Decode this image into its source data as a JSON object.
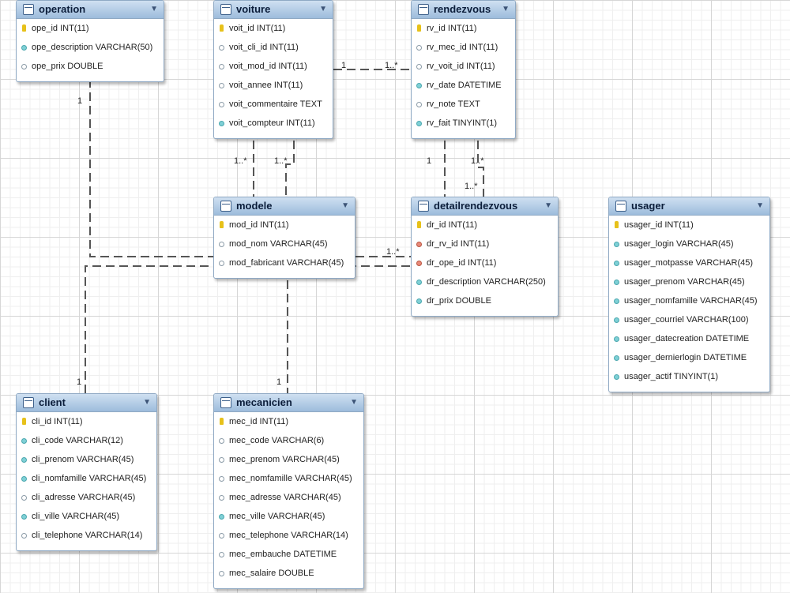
{
  "colors": {
    "header_top": "#cfe0f1",
    "header_bottom": "#9dbcdc",
    "border": "#8fa9c4",
    "line": "#555555",
    "primary_key": "#e7c11a",
    "foreign_key": "#e88a7a",
    "column": "#7fd0d6"
  },
  "icons": {
    "table": "table-icon",
    "collapse": "chevron-down-icon",
    "primary_key": "key-icon",
    "column": "diamond-icon",
    "nullable_column": "hollow-diamond-icon",
    "foreign_key": "red-diamond-icon"
  },
  "tables": [
    {
      "id": "operation",
      "name": "operation",
      "columns": [
        {
          "text": "ope_id INT(11)",
          "icon": "pk"
        },
        {
          "text": "ope_description VARCHAR(50)",
          "icon": "col"
        },
        {
          "text": "ope_prix DOUBLE",
          "icon": "opt"
        }
      ]
    },
    {
      "id": "voiture",
      "name": "voiture",
      "columns": [
        {
          "text": "voit_id INT(11)",
          "icon": "pk"
        },
        {
          "text": "voit_cli_id INT(11)",
          "icon": "opt"
        },
        {
          "text": "voit_mod_id INT(11)",
          "icon": "opt"
        },
        {
          "text": "voit_annee INT(11)",
          "icon": "opt"
        },
        {
          "text": "voit_commentaire TEXT",
          "icon": "opt"
        },
        {
          "text": "voit_compteur INT(11)",
          "icon": "col"
        }
      ]
    },
    {
      "id": "rendezvous",
      "name": "rendezvous",
      "columns": [
        {
          "text": "rv_id INT(11)",
          "icon": "pk"
        },
        {
          "text": "rv_mec_id INT(11)",
          "icon": "opt"
        },
        {
          "text": "rv_voit_id INT(11)",
          "icon": "opt"
        },
        {
          "text": "rv_date DATETIME",
          "icon": "col"
        },
        {
          "text": "rv_note TEXT",
          "icon": "opt"
        },
        {
          "text": "rv_fait TINYINT(1)",
          "icon": "col"
        }
      ]
    },
    {
      "id": "modele",
      "name": "modele",
      "columns": [
        {
          "text": "mod_id INT(11)",
          "icon": "pk"
        },
        {
          "text": "mod_nom VARCHAR(45)",
          "icon": "opt"
        },
        {
          "text": "mod_fabricant VARCHAR(45)",
          "icon": "opt"
        }
      ]
    },
    {
      "id": "detailrendezvous",
      "name": "detailrendezvous",
      "columns": [
        {
          "text": "dr_id INT(11)",
          "icon": "pk"
        },
        {
          "text": "dr_rv_id INT(11)",
          "icon": "fk"
        },
        {
          "text": "dr_ope_id INT(11)",
          "icon": "fk"
        },
        {
          "text": "dr_description VARCHAR(250)",
          "icon": "col"
        },
        {
          "text": "dr_prix DOUBLE",
          "icon": "col"
        }
      ]
    },
    {
      "id": "usager",
      "name": "usager",
      "columns": [
        {
          "text": "usager_id INT(11)",
          "icon": "pk"
        },
        {
          "text": "usager_login VARCHAR(45)",
          "icon": "col"
        },
        {
          "text": "usager_motpasse VARCHAR(45)",
          "icon": "col"
        },
        {
          "text": "usager_prenom VARCHAR(45)",
          "icon": "col"
        },
        {
          "text": "usager_nomfamille VARCHAR(45)",
          "icon": "col"
        },
        {
          "text": "usager_courriel VARCHAR(100)",
          "icon": "col"
        },
        {
          "text": "usager_datecreation DATETIME",
          "icon": "col"
        },
        {
          "text": "usager_dernierlogin DATETIME",
          "icon": "col"
        },
        {
          "text": "usager_actif TINYINT(1)",
          "icon": "col"
        }
      ]
    },
    {
      "id": "client",
      "name": "client",
      "columns": [
        {
          "text": "cli_id INT(11)",
          "icon": "pk"
        },
        {
          "text": "cli_code VARCHAR(12)",
          "icon": "col"
        },
        {
          "text": "cli_prenom VARCHAR(45)",
          "icon": "col"
        },
        {
          "text": "cli_nomfamille VARCHAR(45)",
          "icon": "col"
        },
        {
          "text": "cli_adresse VARCHAR(45)",
          "icon": "opt"
        },
        {
          "text": "cli_ville VARCHAR(45)",
          "icon": "col"
        },
        {
          "text": "cli_telephone VARCHAR(14)",
          "icon": "opt"
        }
      ]
    },
    {
      "id": "mecanicien",
      "name": "mecanicien",
      "columns": [
        {
          "text": "mec_id INT(11)",
          "icon": "pk"
        },
        {
          "text": "mec_code VARCHAR(6)",
          "icon": "opt"
        },
        {
          "text": "mec_prenom VARCHAR(45)",
          "icon": "opt"
        },
        {
          "text": "mec_nomfamille VARCHAR(45)",
          "icon": "opt"
        },
        {
          "text": "mec_adresse VARCHAR(45)",
          "icon": "opt"
        },
        {
          "text": "mec_ville VARCHAR(45)",
          "icon": "col"
        },
        {
          "text": "mec_telephone VARCHAR(14)",
          "icon": "opt"
        },
        {
          "text": "mec_embauche DATETIME",
          "icon": "opt"
        },
        {
          "text": "mec_salaire DOUBLE",
          "icon": "opt"
        }
      ]
    }
  ],
  "cardinality_labels": [
    "1",
    "1..*",
    "1",
    "1..*",
    "1..*",
    "1..*",
    "1",
    "1..*",
    "1..*",
    "1",
    "1"
  ]
}
